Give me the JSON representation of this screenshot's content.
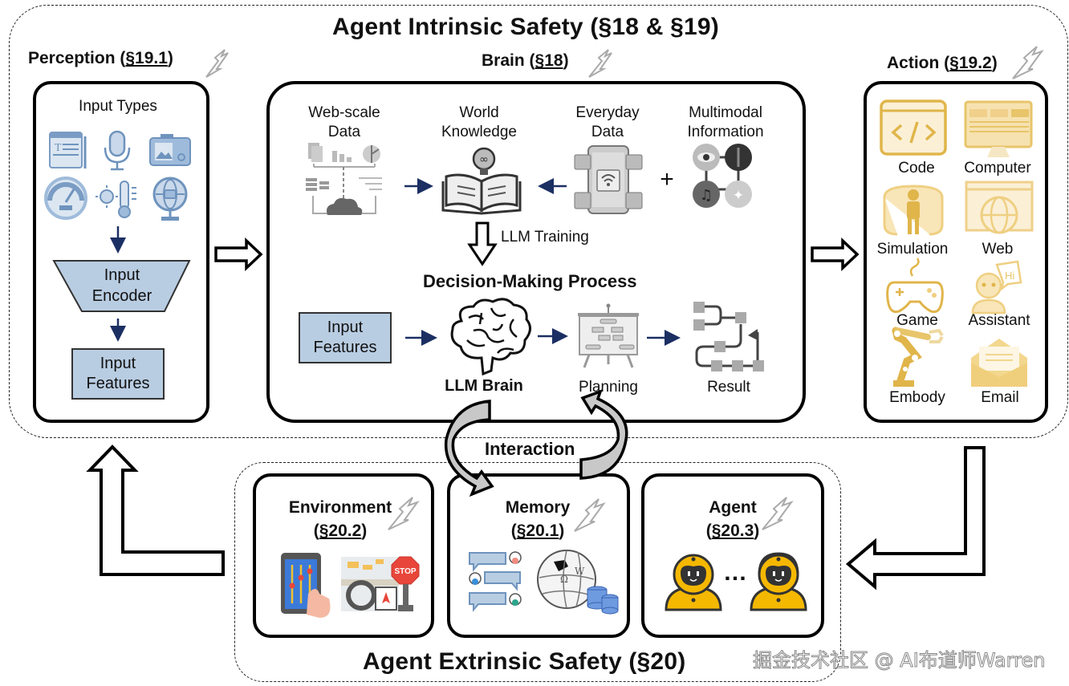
{
  "intrinsic": {
    "title": "Agent Intrinsic Safety (§18 & §19)"
  },
  "perception": {
    "title": "Perception (",
    "section": "§19.1",
    "close": ")",
    "input_types_label": "Input Types",
    "icons": [
      "document-icon",
      "microphone-icon",
      "camera-icon",
      "gauge-icon",
      "thermometer-icon",
      "globe-sensor-icon"
    ],
    "encoder_label_1": "Input",
    "encoder_label_2": "Encoder",
    "features_label_1": "Input",
    "features_label_2": "Features",
    "color": "#6e93bd"
  },
  "brain": {
    "title": "Brain (",
    "section": "§18",
    "close": ")",
    "sources": [
      {
        "label_1": "Web-scale",
        "label_2": "Data",
        "icon": "web-data-icon"
      },
      {
        "label_1": "World",
        "label_2": "Knowledge",
        "icon": "book-lightbulb-icon"
      },
      {
        "label_1": "Everyday",
        "label_2": "Data",
        "icon": "smart-phone-iot-icon"
      },
      {
        "label_1": "Multimodal",
        "label_2": "Information",
        "icon": "multimodal-icon"
      }
    ],
    "plus": "+",
    "training_label": "LLM Training",
    "decision_title": "Decision-Making Process",
    "features_label_1": "Input",
    "features_label_2": "Features",
    "llm_brain_label": "LLM Brain",
    "planning_label": "Planning",
    "result_label": "Result"
  },
  "action": {
    "title": "Action (",
    "section": "§19.2",
    "close": ")",
    "items": [
      {
        "label": "Code",
        "icon": "code-window-icon"
      },
      {
        "label": "Computer",
        "icon": "computer-monitor-icon"
      },
      {
        "label": "Simulation",
        "icon": "simulation-icon"
      },
      {
        "label": "Web",
        "icon": "web-globe-icon"
      },
      {
        "label": "Game",
        "icon": "gamepad-icon"
      },
      {
        "label": "Assistant",
        "icon": "robot-assistant-icon"
      },
      {
        "label": "Embody",
        "icon": "robot-arm-icon"
      },
      {
        "label": "Email",
        "icon": "envelope-icon"
      }
    ],
    "color": "#e0b54a"
  },
  "interaction": {
    "label": "Interaction"
  },
  "extrinsic": {
    "title": "Agent Extrinsic Safety (§20)",
    "environment": {
      "title": "Environment",
      "section": "§20.2"
    },
    "memory": {
      "title": "Memory",
      "section": "§20.1"
    },
    "agent": {
      "title": "Agent",
      "section": "§20.3",
      "ellipsis": "…"
    }
  },
  "watermark": "掘金技术社区 @ AI布道师Warren"
}
